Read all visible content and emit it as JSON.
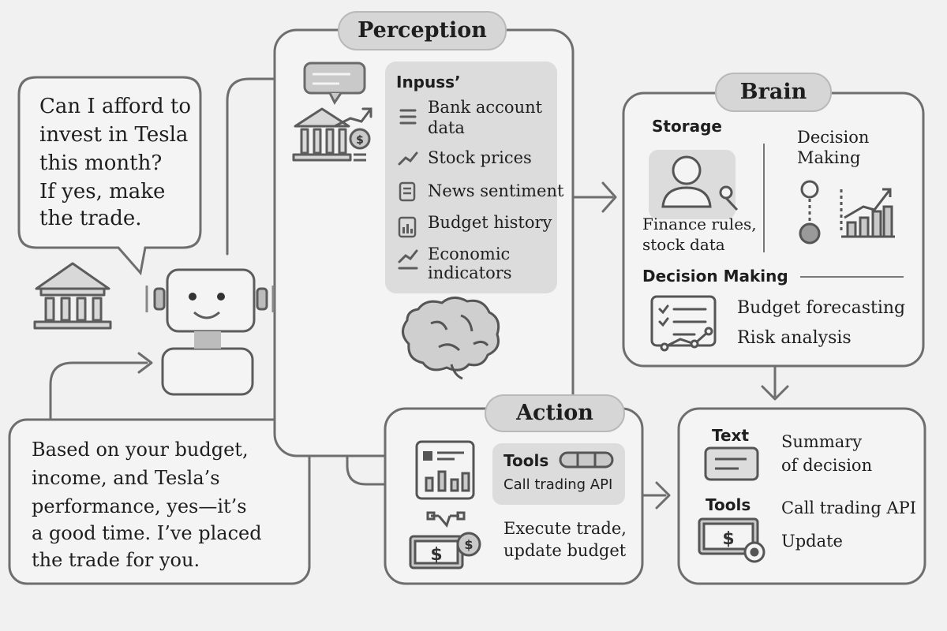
{
  "user_question": {
    "lines": [
      "Can I afford to",
      "invest in Tesla",
      "this month?",
      "If yes, make",
      "the trade."
    ]
  },
  "agent_answer": {
    "lines": [
      "Based on your budget,",
      "income, and Tesla’s",
      "performance, yes—it’s",
      "a good time. I’ve placed",
      "the trade for you."
    ]
  },
  "perception": {
    "title": "Perception",
    "inputs_heading": "Inpuss’",
    "inputs": [
      {
        "icon": "list-icon",
        "lines": [
          "Bank account",
          "data"
        ]
      },
      {
        "icon": "trend-icon",
        "lines": [
          "Stock prices"
        ]
      },
      {
        "icon": "document-icon",
        "lines": [
          "News sentiment"
        ]
      },
      {
        "icon": "bar-chart-icon",
        "lines": [
          "Budget history"
        ]
      },
      {
        "icon": "trend-icon",
        "lines": [
          "Economic",
          "indicators"
        ]
      }
    ]
  },
  "brain": {
    "title": "Brain",
    "storage_label": "Storage",
    "storage_caption": [
      "Finance rules,",
      "stock data"
    ],
    "decision_top_label": [
      "Decision",
      "Making"
    ],
    "decision_bottom_label": "Decision Making",
    "items": [
      "Budget forecasting",
      "Risk analysis"
    ]
  },
  "action": {
    "title": "Action",
    "tools_label": "Tools",
    "tools_caption": "Call trading API",
    "execute_lines": [
      "Execute trade,",
      "update budget"
    ]
  },
  "output": {
    "text_label": "Text",
    "text_lines": [
      "Summary",
      "of decision"
    ],
    "tools_label": "Tools",
    "tools_lines": [
      "Call trading API",
      "Update"
    ]
  }
}
